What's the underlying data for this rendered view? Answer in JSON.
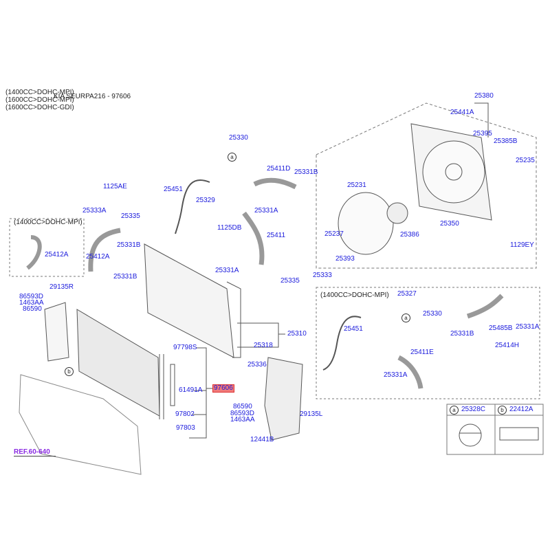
{
  "header": {
    "engine_lines": [
      "(1400CC>DOHC-MPI)",
      "(1600CC>DOHC-MPI)",
      "(1600CC>DOHC-GDI)"
    ],
    "overlay_text": "KIA SEURPA216 - 97606"
  },
  "boxes": {
    "left_variant": "(1400CC>DOHC-MPI)",
    "right_variant": "(1400CC>DOHC-MPI)"
  },
  "legend": {
    "a_marker": "a",
    "a_part": "25328C",
    "b_marker": "b",
    "b_part": "22412A"
  },
  "ref_label": "REF.60-640",
  "highlighted_part": "97606",
  "markers": {
    "a": "a",
    "b": "b"
  },
  "parts": [
    "25380",
    "25441A",
    "25395",
    "25385B",
    "25235",
    "25330",
    "25411D",
    "25331B",
    "1125AE",
    "25451",
    "25231",
    "25329",
    "25333A",
    "25331A",
    "25335",
    "25350",
    "1125DB",
    "25386",
    "25411",
    "25237",
    "1129EY",
    "25331B",
    "25412A",
    "25412A",
    "25393",
    "25331A",
    "25333",
    "25331B",
    "25335",
    "29135R",
    "86593D",
    "1463AA",
    "86590",
    "25327",
    "25330",
    "25310",
    "25451",
    "25331B",
    "25485B",
    "25331A",
    "25414H",
    "25318",
    "97798S",
    "25411E",
    "25336",
    "25331A",
    "61491A",
    "86590",
    "86593D",
    "1463AA",
    "97802",
    "29135L",
    "97803",
    "12441B"
  ]
}
